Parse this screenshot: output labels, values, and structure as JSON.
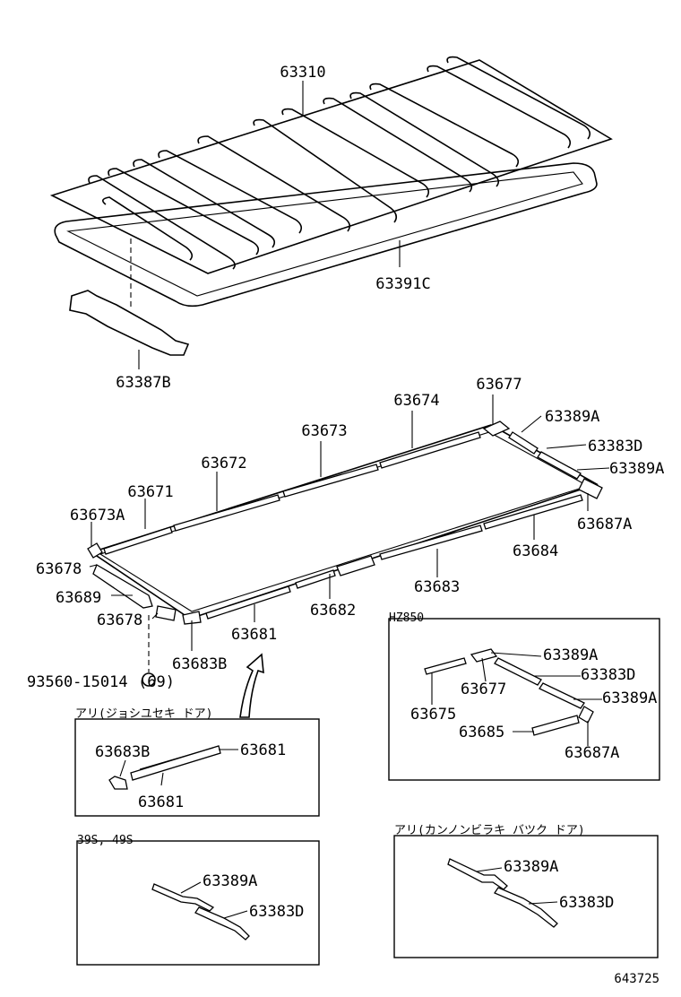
{
  "diagram_code": "643725",
  "top_assembly": {
    "labels": {
      "sunshade": "63310",
      "frame": "63391C",
      "bracket": "63387B"
    }
  },
  "main_frame": {
    "labels": {
      "p63674": "63674",
      "p63677": "63677",
      "p63673": "63673",
      "p63389A_1": "63389A",
      "p63383D": "63383D",
      "p63672": "63672",
      "p63389A_2": "63389A",
      "p63671": "63671",
      "p63673A": "63673A",
      "p63687A": "63687A",
      "p63684": "63684",
      "p63678_1": "63678",
      "p63683": "63683",
      "p63689": "63689",
      "p63682": "63682",
      "p63678_2": "63678",
      "p63681": "63681",
      "p63683B": "63683B",
      "bolt": "93560-15014",
      "bolt_qty": "(69)"
    }
  },
  "hz850_box": {
    "title": "HZ850",
    "labels": {
      "p63389A_1": "63389A",
      "p63383D": "63383D",
      "p63677": "63677",
      "p63389A_2": "63389A",
      "p63675": "63675",
      "p63685": "63685",
      "p63687A": "63687A"
    }
  },
  "rear_door_box": {
    "title": "アリ(ジョシユセキ ドア)",
    "labels": {
      "p63683B": "63683B",
      "p63681_1": "63681",
      "p63681_2": "63681"
    }
  },
  "box_39s": {
    "title": "39S, 49S",
    "labels": {
      "p63389A": "63389A",
      "p63383D": "63383D"
    }
  },
  "back_door_box": {
    "title": "アリ(カンノンビラキ バツク ドア)",
    "labels": {
      "p63389A": "63389A",
      "p63383D": "63383D"
    }
  }
}
